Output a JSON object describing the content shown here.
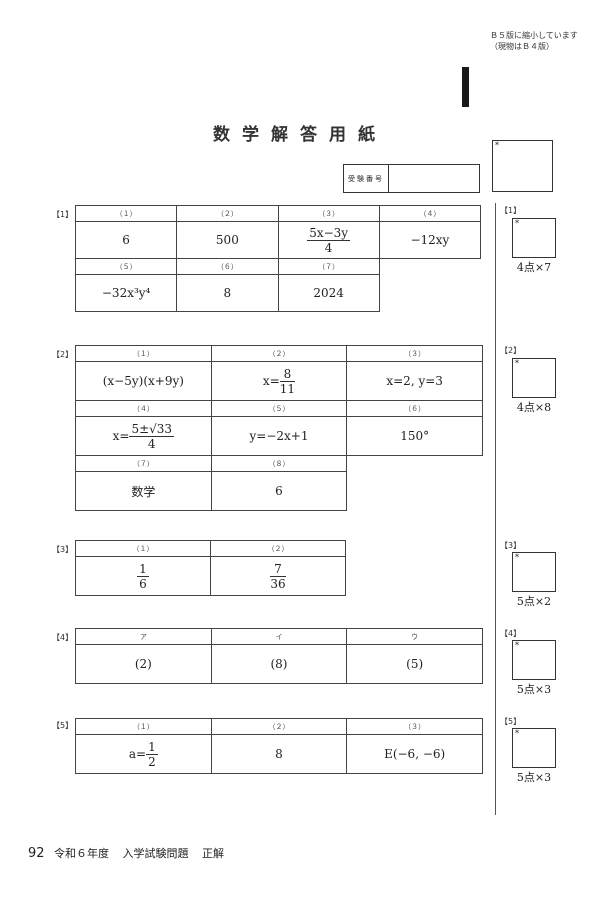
{
  "note": {
    "line1": "Ｂ５版に縮小しています",
    "line2": "（現物はＢ４版）"
  },
  "title": "数学解答用紙",
  "exam_number_label": "受験番号",
  "star": "*",
  "sections": [
    {
      "label": "【1】",
      "score": "4点×7",
      "cols": 4,
      "rows": [
        [
          {
            "h": "（１）",
            "a": {
              "text": "6"
            }
          },
          {
            "h": "（２）",
            "a": {
              "text": "500"
            }
          },
          {
            "h": "（３）",
            "a": {
              "num": "5x−3y",
              "den": "4"
            }
          },
          {
            "h": "（４）",
            "a": {
              "text": "−12xy"
            }
          }
        ],
        [
          {
            "h": "（５）",
            "a": {
              "text": "−32x³y⁴"
            }
          },
          {
            "h": "（６）",
            "a": {
              "text": "8"
            }
          },
          {
            "h": "（７）",
            "a": {
              "text": "2024"
            }
          }
        ]
      ]
    },
    {
      "label": "【2】",
      "score": "4点×8",
      "cols": 3,
      "rows": [
        [
          {
            "h": "（１）",
            "a": {
              "text": "(x−5y)(x+9y)"
            }
          },
          {
            "h": "（２）",
            "a": {
              "prefix": "x=",
              "num": "8",
              "den": "11"
            }
          },
          {
            "h": "（３）",
            "a": {
              "text": "x=2, y=3"
            }
          }
        ],
        [
          {
            "h": "（４）",
            "a": {
              "prefix": "x=",
              "num": "5±√33",
              "den": "4"
            }
          },
          {
            "h": "（５）",
            "a": {
              "text": "y=−2x+1"
            }
          },
          {
            "h": "（６）",
            "a": {
              "text": "150°"
            }
          }
        ],
        [
          {
            "h": "（７）",
            "a": {
              "text": "数学"
            }
          },
          {
            "h": "（８）",
            "a": {
              "text": "6"
            }
          }
        ]
      ]
    },
    {
      "label": "【3】",
      "score": "5点×2",
      "cols": 2,
      "rows": [
        [
          {
            "h": "（１）",
            "a": {
              "num": "1",
              "den": "6"
            }
          },
          {
            "h": "（２）",
            "a": {
              "num": "7",
              "den": "36"
            }
          }
        ]
      ]
    },
    {
      "label": "【4】",
      "score": "5点×3",
      "cols": 3,
      "rows": [
        [
          {
            "h": "ア",
            "a": {
              "text": "(2)"
            }
          },
          {
            "h": "イ",
            "a": {
              "text": "(8)"
            }
          },
          {
            "h": "ウ",
            "a": {
              "text": "(5)"
            }
          }
        ]
      ]
    },
    {
      "label": "【5】",
      "score": "5点×3",
      "cols": 3,
      "rows": [
        [
          {
            "h": "（１）",
            "a": {
              "prefix": "a=",
              "num": "1",
              "den": "2"
            }
          },
          {
            "h": "（２）",
            "a": {
              "text": "8"
            }
          },
          {
            "h": "（３）",
            "a": {
              "text": "E(−6, −6)"
            }
          }
        ]
      ]
    }
  ],
  "footer": {
    "page": "92",
    "year": "令和６年度",
    "doc": "入学試験問題",
    "kind": "正解"
  }
}
